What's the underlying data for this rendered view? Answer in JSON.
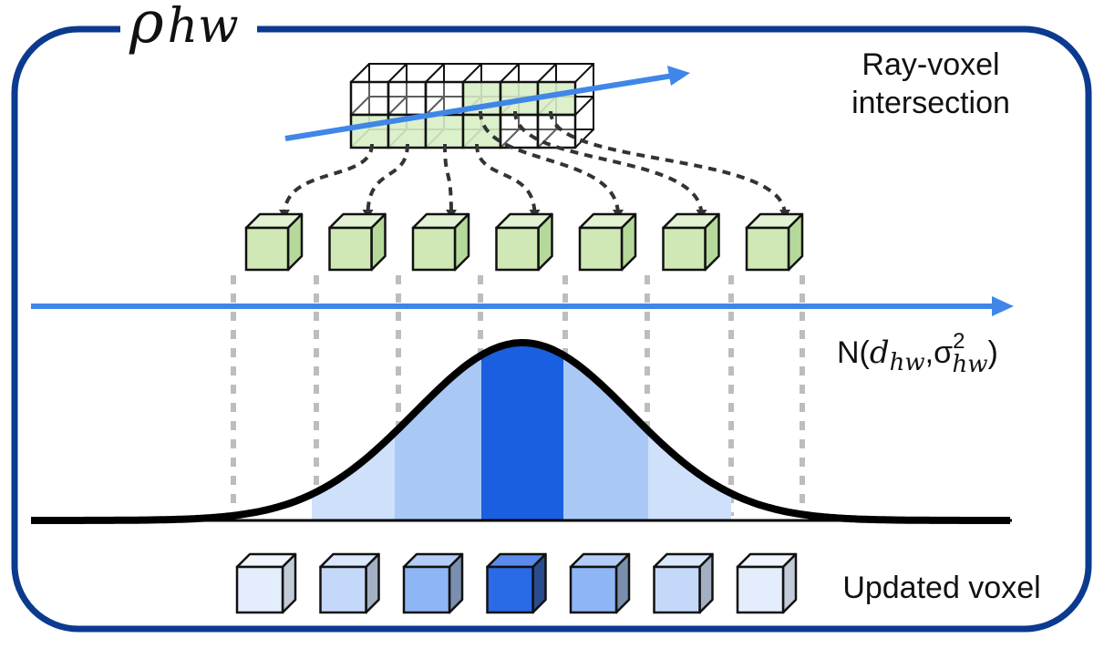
{
  "frame": {
    "title": "ρ",
    "title_sub": "hw"
  },
  "labels": {
    "ray_voxel_line1": "Ray-voxel",
    "ray_voxel_line2": "intersection",
    "updated_voxel": "Updated voxel",
    "gaussian_prefix": "N(",
    "gaussian_d": "d",
    "gaussian_d_sub": "hw",
    "gaussian_comma": ",σ",
    "gaussian_sigma_sup": "2",
    "gaussian_sigma_sub": "hw",
    "gaussian_suffix": ")"
  },
  "colors": {
    "frame": "#0b3a8f",
    "ray": "#3f86e8",
    "voxel_green_front": "#cfe8b6",
    "voxel_green_top": "#e3f2d3",
    "voxel_green_side": "#b5d99a",
    "voxel_grid_green": "#d8eec6",
    "connector": "#333333",
    "guide": "#bdbdbd",
    "bell_outer": "#cfe0fa",
    "bell_mid1": "#a9c8f6",
    "bell_mid2": "#8ab4f4",
    "bell_center": "#1a5fe0"
  },
  "sampled_voxels": {
    "count": 7
  },
  "updated_voxels": [
    {
      "front": "#e4edfc",
      "top": "#f0f5fe",
      "side": "#c2cbd8"
    },
    {
      "front": "#c4d8fa",
      "top": "#dbe7fc",
      "side": "#a3b0c4"
    },
    {
      "front": "#8eb6f4",
      "top": "#b3cdf8",
      "side": "#7a8fae"
    },
    {
      "front": "#2a6ae6",
      "top": "#5b8ced",
      "side": "#2a4b8c"
    },
    {
      "front": "#8eb6f4",
      "top": "#b3cdf8",
      "side": "#7a8fae"
    },
    {
      "front": "#c4d8fa",
      "top": "#dbe7fc",
      "side": "#a3b0c4"
    },
    {
      "front": "#e4edfc",
      "top": "#f0f5fe",
      "side": "#c2cbd8"
    }
  ]
}
